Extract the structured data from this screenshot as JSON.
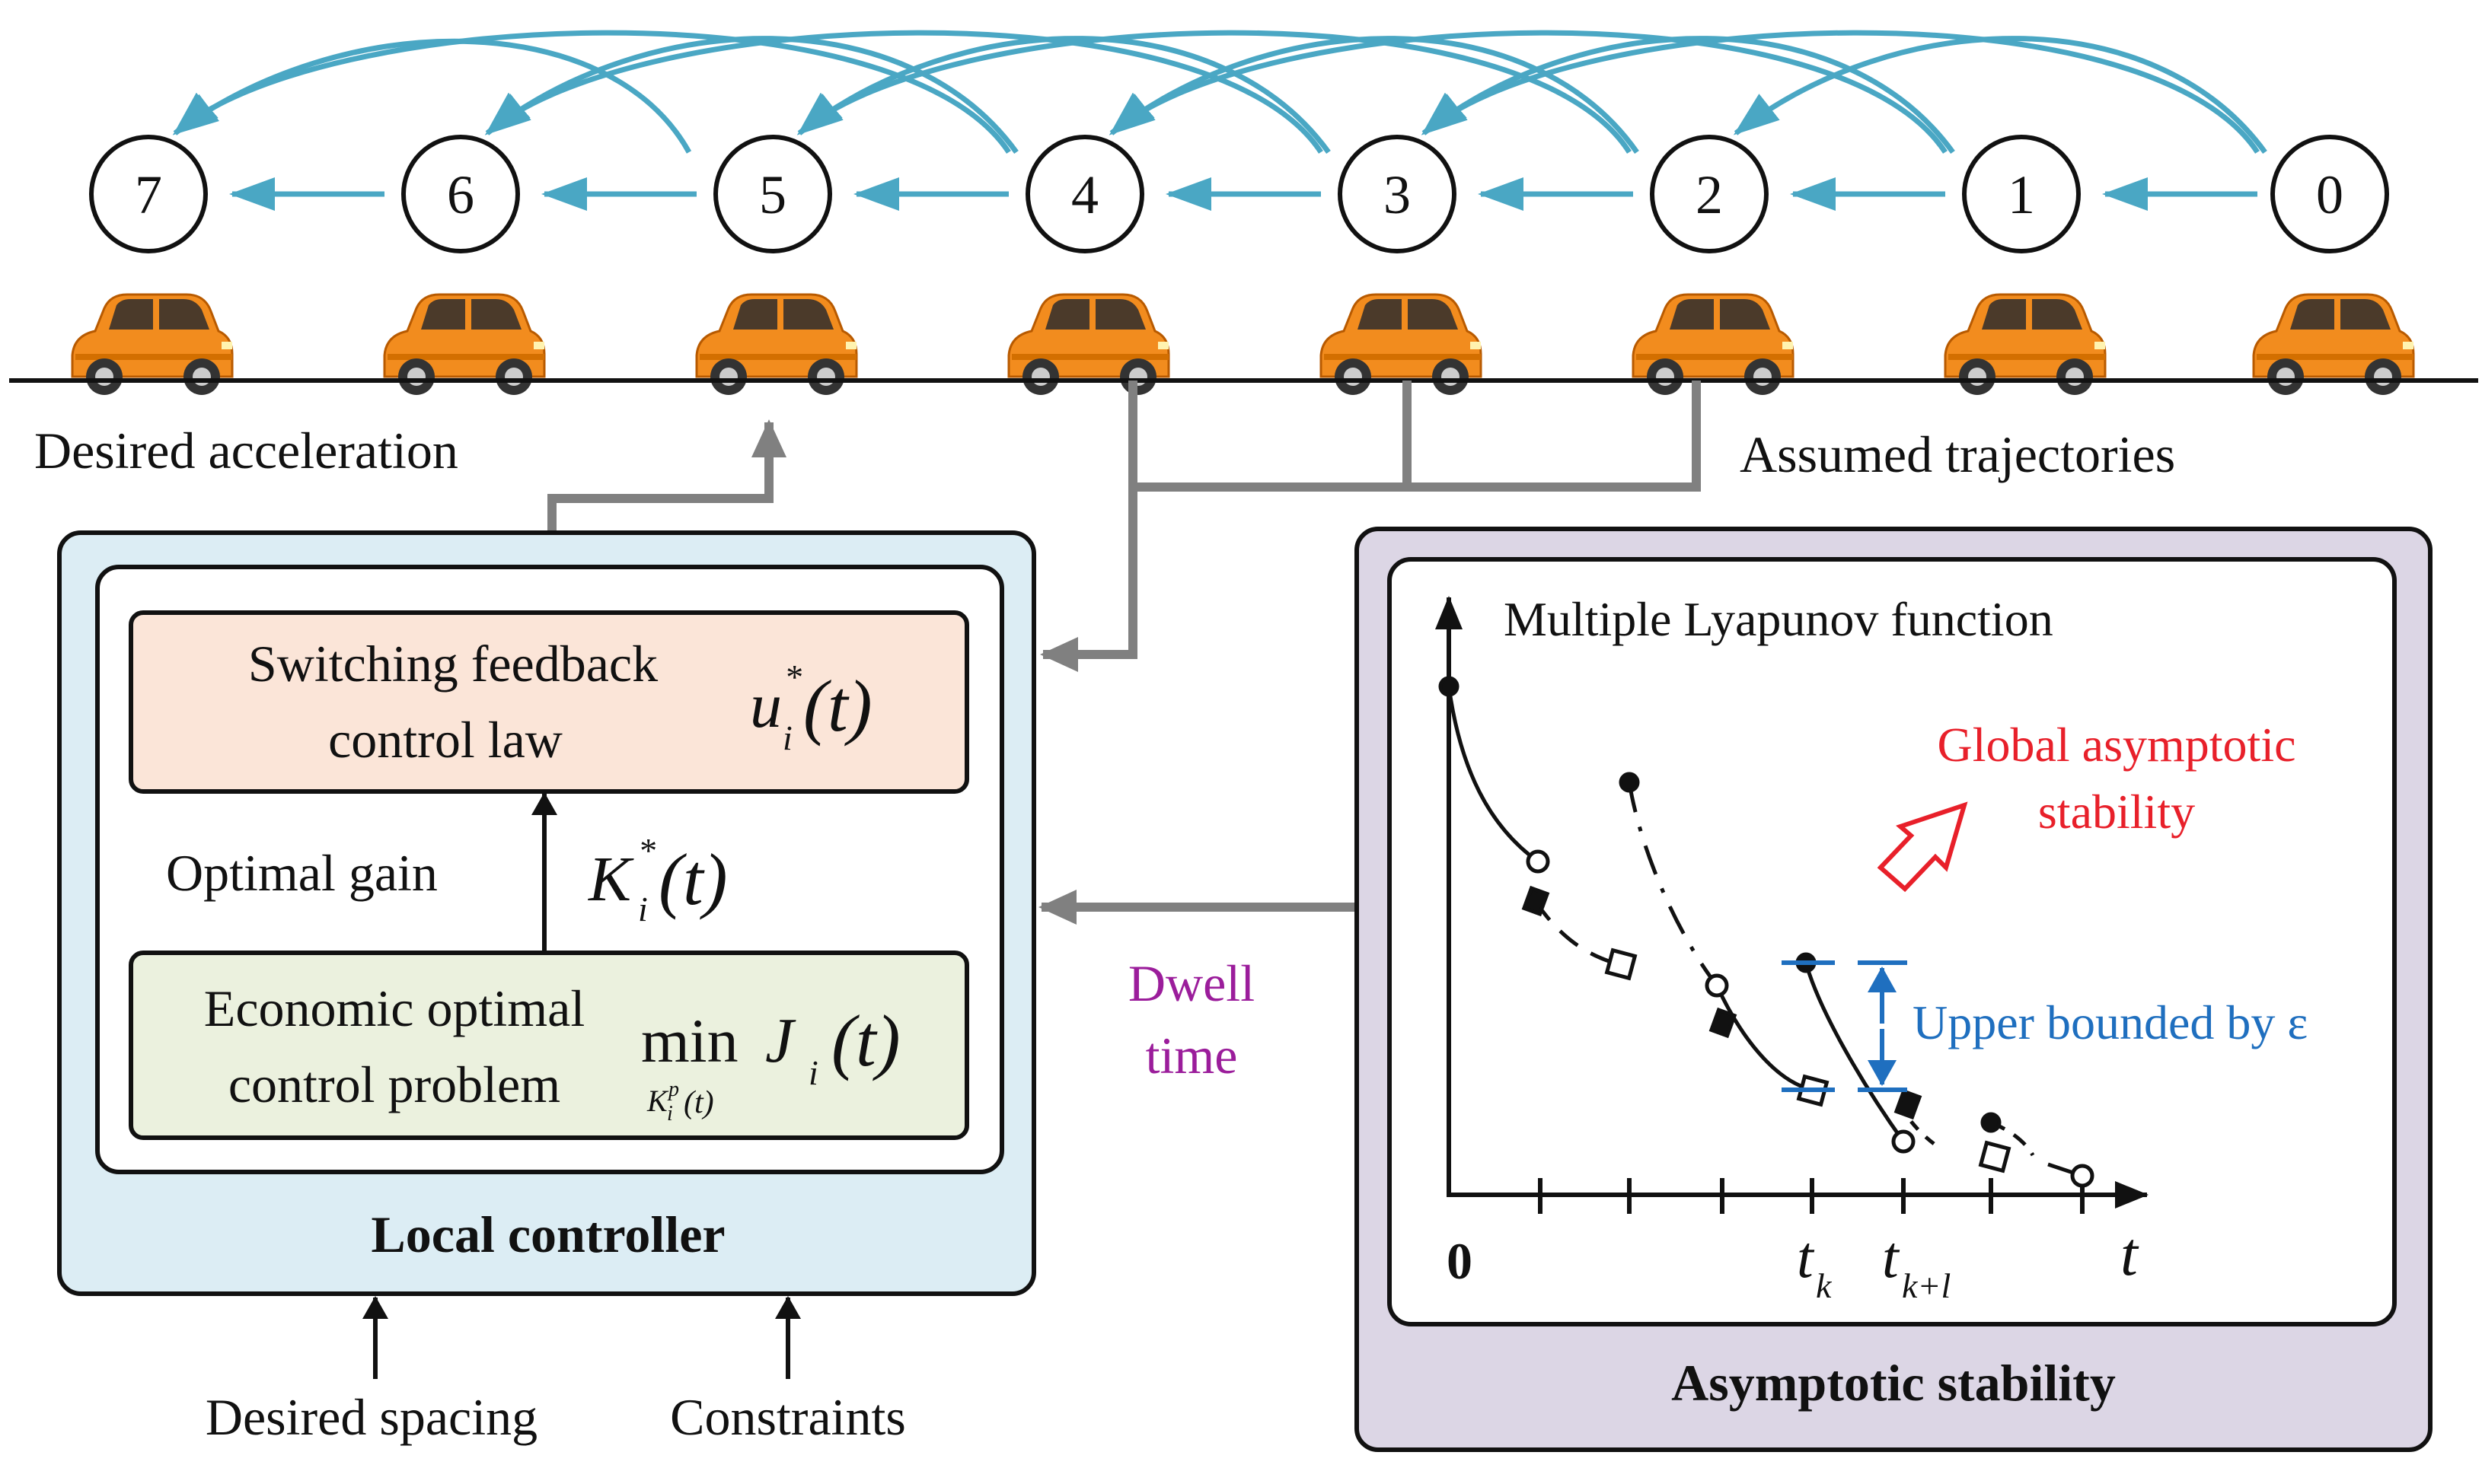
{
  "platoon": {
    "nodes": [
      "7",
      "6",
      "5",
      "4",
      "3",
      "2",
      "1",
      "0"
    ]
  },
  "labels": {
    "desired_acceleration": "Desired acceleration",
    "assumed_trajectories": "Assumed trajectories",
    "dwell_time_line1": "Dwell",
    "dwell_time_line2": "time",
    "desired_spacing": "Desired spacing",
    "constraints": "Constraints"
  },
  "local_controller": {
    "title": "Local controller",
    "feedback_line1": "Switching feedback",
    "feedback_line2": "control law",
    "feedback_symbol": "u",
    "optimal_gain": "Optimal gain",
    "gain_symbol": "K",
    "economic_line1": "Economic optimal",
    "economic_line2": "control problem",
    "min_label": "min",
    "cost_symbol": "J",
    "sub_i": "i",
    "sup_star": "*",
    "arg_t": "(t)",
    "min_subscript_sup": "p",
    "min_subscript_arg": "(t)"
  },
  "stability": {
    "title": "Asymptotic stability",
    "plot_title": "Multiple Lyapunov function",
    "global_line1": "Global asymptotic",
    "global_line2": "stability",
    "upper_bounded": "Upper bounded by ε",
    "origin": "0",
    "tk": "t",
    "tk_sub": "k",
    "tkl": "t",
    "tkl_sub": "k+l",
    "t_axis": "t"
  },
  "colors": {
    "arrow_blue": "#4aa7c4",
    "gray_arrow": "#808080",
    "local_bg": "#dcedf4",
    "stability_bg": "#dcd6e5",
    "feedback_bg": "#fbe5d8",
    "economic_bg": "#ebf1de",
    "car_orange": "#f28c1e",
    "red_text": "#e8202a",
    "purple_text": "#9b1d9b",
    "blue_text": "#1f6fbf"
  }
}
